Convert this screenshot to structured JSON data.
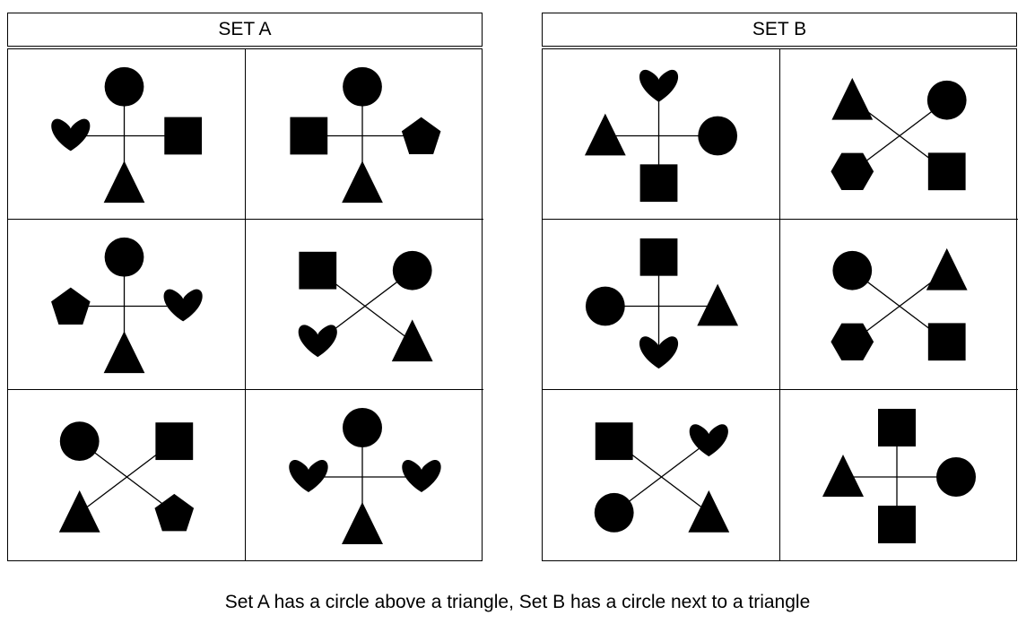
{
  "sets": [
    {
      "title": "SET A",
      "figures": [
        {
          "layout": "plus",
          "shapes": {
            "top": "circle",
            "bottom": "triangle",
            "left": "heart",
            "right": "square"
          }
        },
        {
          "layout": "plus",
          "shapes": {
            "top": "circle",
            "bottom": "triangle",
            "left": "square",
            "right": "pentagon"
          }
        },
        {
          "layout": "plus",
          "shapes": {
            "top": "circle",
            "bottom": "triangle",
            "left": "pentagon",
            "right": "heart"
          }
        },
        {
          "layout": "cross",
          "shapes": {
            "top_left": "square",
            "top_right": "circle",
            "bottom_left": "heart",
            "bottom_right": "triangle"
          }
        },
        {
          "layout": "cross",
          "shapes": {
            "top_left": "circle",
            "top_right": "square",
            "bottom_left": "triangle",
            "bottom_right": "pentagon"
          }
        },
        {
          "layout": "plus",
          "shapes": {
            "top": "circle",
            "bottom": "triangle",
            "left": "heart",
            "right": "heart"
          }
        }
      ]
    },
    {
      "title": "SET B",
      "figures": [
        {
          "layout": "plus",
          "shapes": {
            "top": "heart",
            "bottom": "square",
            "left": "triangle",
            "right": "circle"
          }
        },
        {
          "layout": "cross",
          "shapes": {
            "top_left": "triangle",
            "top_right": "circle",
            "bottom_left": "hexagon",
            "bottom_right": "square"
          }
        },
        {
          "layout": "plus",
          "shapes": {
            "top": "square",
            "bottom": "heart",
            "left": "circle",
            "right": "triangle"
          }
        },
        {
          "layout": "cross",
          "shapes": {
            "top_left": "circle",
            "top_right": "triangle",
            "bottom_left": "hexagon",
            "bottom_right": "square"
          }
        },
        {
          "layout": "cross",
          "shapes": {
            "top_left": "square",
            "top_right": "heart",
            "bottom_left": "circle",
            "bottom_right": "triangle"
          }
        },
        {
          "layout": "plus",
          "shapes": {
            "top": "square",
            "bottom": "square",
            "left": "triangle",
            "right": "circle"
          }
        }
      ]
    }
  ],
  "caption": "Set A has a circle above a triangle, Set B has a circle next to a triangle",
  "colors": {
    "fill": "#000000",
    "line": "#000000",
    "background": "#ffffff"
  }
}
